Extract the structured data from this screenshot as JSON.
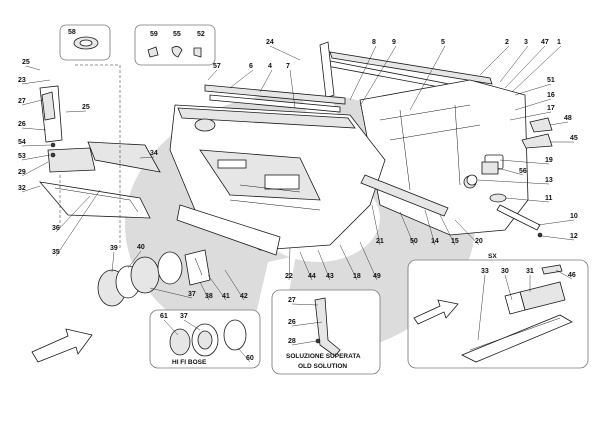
{
  "colors": {
    "background": "#ffffff",
    "watermark": "#d6d6d6",
    "line": "#1a1a1a",
    "inset_frame": "#777777"
  },
  "watermark": {
    "shape": "swirl-logo"
  },
  "insets": {
    "hifi": {
      "caption": "HI FI BOSE"
    },
    "old_solution": {
      "caption_line1": "SOLUZIONE SUPERATA",
      "caption_line2": "OLD SOLUTION"
    },
    "sx": {
      "caption": "SX"
    }
  },
  "callouts": [
    {
      "id": "c58",
      "label": "58"
    },
    {
      "id": "c59",
      "label": "59"
    },
    {
      "id": "c55",
      "label": "55"
    },
    {
      "id": "c52",
      "label": "52"
    },
    {
      "id": "c24",
      "label": "24"
    },
    {
      "id": "c8",
      "label": "8"
    },
    {
      "id": "c9",
      "label": "9"
    },
    {
      "id": "c5",
      "label": "5"
    },
    {
      "id": "c2",
      "label": "2"
    },
    {
      "id": "c3",
      "label": "3"
    },
    {
      "id": "c47",
      "label": "47"
    },
    {
      "id": "c1",
      "label": "1"
    },
    {
      "id": "c25a",
      "label": "25"
    },
    {
      "id": "c23",
      "label": "23"
    },
    {
      "id": "c57",
      "label": "57"
    },
    {
      "id": "c6",
      "label": "6"
    },
    {
      "id": "c4",
      "label": "4"
    },
    {
      "id": "c7",
      "label": "7"
    },
    {
      "id": "c51",
      "label": "51"
    },
    {
      "id": "c27a",
      "label": "27"
    },
    {
      "id": "c25b",
      "label": "25"
    },
    {
      "id": "c16",
      "label": "16"
    },
    {
      "id": "c17",
      "label": "17"
    },
    {
      "id": "c48",
      "label": "48"
    },
    {
      "id": "c26a",
      "label": "26"
    },
    {
      "id": "c54",
      "label": "54"
    },
    {
      "id": "c53",
      "label": "53"
    },
    {
      "id": "c45",
      "label": "45"
    },
    {
      "id": "c34",
      "label": "34"
    },
    {
      "id": "c29",
      "label": "29"
    },
    {
      "id": "c32",
      "label": "32"
    },
    {
      "id": "c19",
      "label": "19"
    },
    {
      "id": "c56",
      "label": "56"
    },
    {
      "id": "c13",
      "label": "13"
    },
    {
      "id": "c11",
      "label": "11"
    },
    {
      "id": "c10",
      "label": "10"
    },
    {
      "id": "c36",
      "label": "36"
    },
    {
      "id": "c35",
      "label": "35"
    },
    {
      "id": "c21",
      "label": "21"
    },
    {
      "id": "c50",
      "label": "50"
    },
    {
      "id": "c14",
      "label": "14"
    },
    {
      "id": "c15",
      "label": "15"
    },
    {
      "id": "c20",
      "label": "20"
    },
    {
      "id": "c12",
      "label": "12"
    },
    {
      "id": "c39",
      "label": "39"
    },
    {
      "id": "c40",
      "label": "40"
    },
    {
      "id": "c22",
      "label": "22"
    },
    {
      "id": "c44",
      "label": "44"
    },
    {
      "id": "c43",
      "label": "43"
    },
    {
      "id": "c18",
      "label": "18"
    },
    {
      "id": "c49",
      "label": "49"
    },
    {
      "id": "c37a",
      "label": "37"
    },
    {
      "id": "c38",
      "label": "38"
    },
    {
      "id": "c41",
      "label": "41"
    },
    {
      "id": "c42",
      "label": "42"
    },
    {
      "id": "c33",
      "label": "33"
    },
    {
      "id": "c30",
      "label": "30"
    },
    {
      "id": "c31",
      "label": "31"
    },
    {
      "id": "c46",
      "label": "46"
    },
    {
      "id": "c27b",
      "label": "27"
    },
    {
      "id": "c26b",
      "label": "26"
    },
    {
      "id": "c28",
      "label": "28"
    },
    {
      "id": "c61",
      "label": "61"
    },
    {
      "id": "c37b",
      "label": "37"
    },
    {
      "id": "c60",
      "label": "60"
    }
  ]
}
